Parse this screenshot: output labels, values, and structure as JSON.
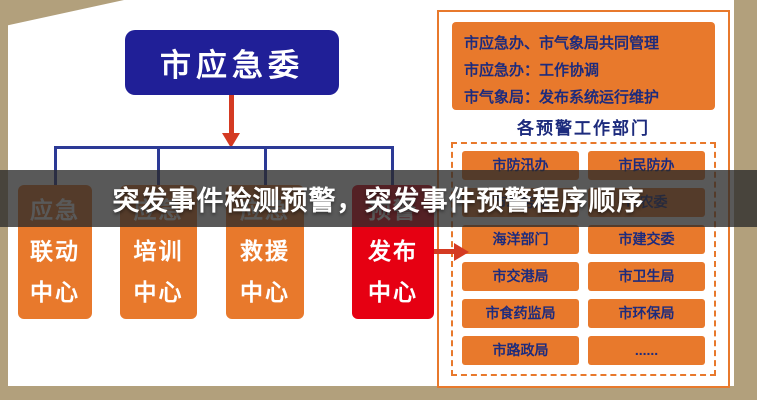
{
  "colors": {
    "tan": "#b2a07c",
    "orange": "#e8792c",
    "navy": "#201f97",
    "red": "#e60012",
    "redarrow": "#d43a22",
    "line": "#2c3a96",
    "ink": "#1d2b7d",
    "banner": "rgba(42,42,42,0.78)"
  },
  "overlay": {
    "title": "突发事件检测预警，突发事件预警程序顺序"
  },
  "org": {
    "root": "市应急委",
    "centers": [
      {
        "line1": "应急",
        "line2": "联动",
        "line3": "中心"
      },
      {
        "line1": "应急",
        "line2": "培训",
        "line3": "中心"
      },
      {
        "line1": "应急",
        "line2": "救援",
        "line3": "中心"
      },
      {
        "line1": "预警",
        "line2": "发布",
        "line3": "中心"
      }
    ]
  },
  "panel": {
    "management": {
      "line1": "市应急办、市气象局共同管理",
      "line2": "市应急办：工作协调",
      "line3": "市气象局：发布系统运行维护"
    },
    "departments_title": "各预警工作部门",
    "departments": [
      {
        "left": "市防汛办",
        "right": "市民防办"
      },
      {
        "left": "市水务局",
        "right": "市农委"
      },
      {
        "left": "海洋部门",
        "right": "市建交委"
      },
      {
        "left": "市交港局",
        "right": "市卫生局"
      },
      {
        "left": "市食药监局",
        "right": "市环保局"
      },
      {
        "left": "市路政局",
        "right": "......"
      }
    ]
  }
}
